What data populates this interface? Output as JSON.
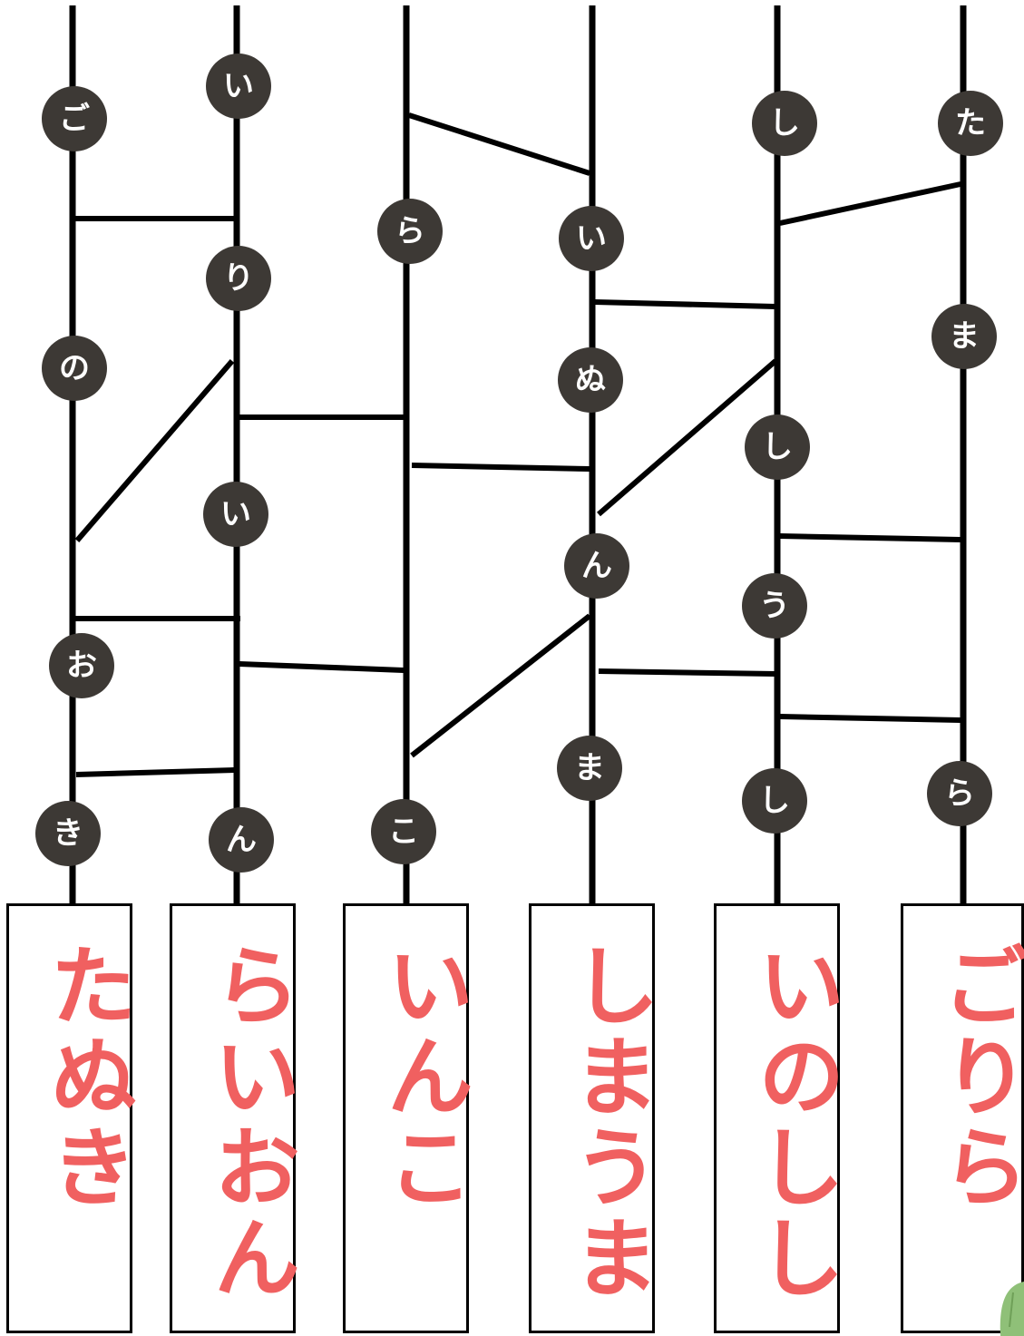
{
  "colors": {
    "line": "#000000",
    "dot": "#3d3935",
    "dot_text": "#ffffff",
    "card_text": "#f06060",
    "leaf": "#8fc078"
  },
  "lanes": [
    {
      "syllables": [
        "ご",
        "の",
        "お",
        "き"
      ]
    },
    {
      "syllables": [
        "い",
        "り",
        "い",
        "ん"
      ]
    },
    {
      "syllables": [
        "ら",
        "こ"
      ]
    },
    {
      "syllables": [
        "い",
        "ぬ",
        "ん",
        "ま"
      ]
    },
    {
      "syllables": [
        "し",
        "し",
        "う",
        "し"
      ]
    },
    {
      "syllables": [
        "た",
        "ま",
        "ら"
      ]
    }
  ],
  "answer_cards": [
    "たぬき",
    "らいおん",
    "いんこ",
    "しまうま",
    "いのしし",
    "ごりら"
  ],
  "decoration": {
    "icon": "leaf-icon"
  }
}
